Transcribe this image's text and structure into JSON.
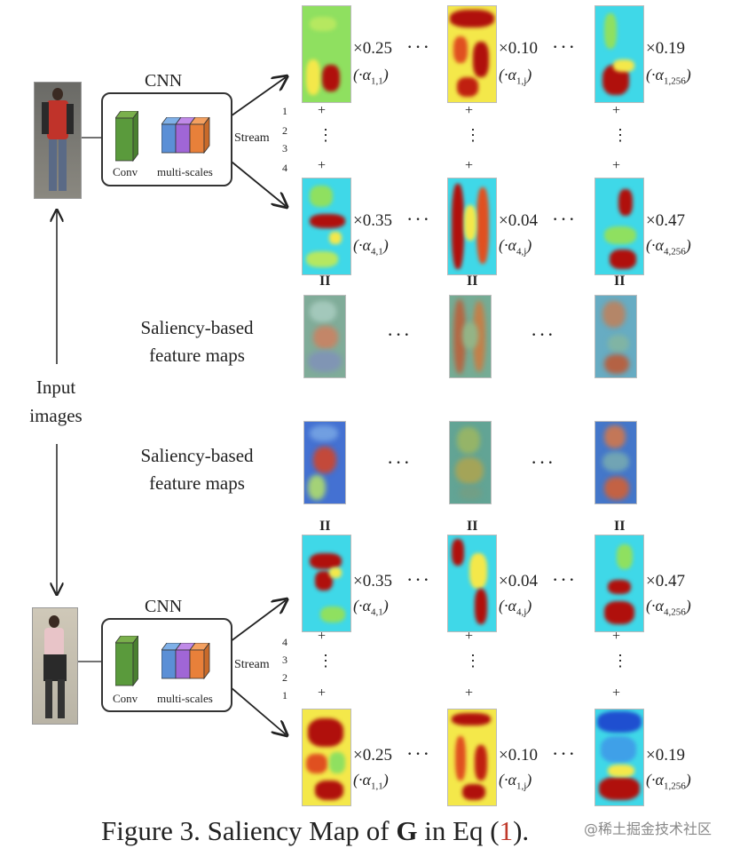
{
  "cnn": {
    "title": "CNN",
    "conv_label": "Conv",
    "multiscale_label": "multi-scales",
    "stream_label": "Stream",
    "stream_numbers_top": [
      "1",
      "2",
      "3",
      "4"
    ],
    "stream_numbers_bottom": [
      "4",
      "3",
      "2",
      "1"
    ]
  },
  "labels": {
    "input_images": "Input\nimages",
    "saliency_maps": "Saliency-based\nfeature maps",
    "plus": "+",
    "equals": "II",
    "hdots": "···",
    "vdots": "⋮"
  },
  "top_rows": [
    {
      "weights": [
        "×0.25",
        "×0.10",
        "×0.19"
      ],
      "alphas": [
        {
          "base": "(·α",
          "sub": "1,1",
          "end": ")"
        },
        {
          "base": "(·α",
          "sub": "1,j",
          "end": ")"
        },
        {
          "base": "(·α",
          "sub": "1,256",
          "end": ")"
        }
      ]
    },
    {
      "weights": [
        "×0.35",
        "×0.04",
        "×0.47"
      ],
      "alphas": [
        {
          "base": "(·α",
          "sub": "4,1",
          "end": ")"
        },
        {
          "base": "(·α",
          "sub": "4,j",
          "end": ")"
        },
        {
          "base": "(·α",
          "sub": "4,256",
          "end": ")"
        }
      ]
    }
  ],
  "bottom_rows": [
    {
      "weights": [
        "×0.35",
        "×0.04",
        "×0.47"
      ],
      "alphas": [
        {
          "base": "(·α",
          "sub": "4,1",
          "end": ")"
        },
        {
          "base": "(·α",
          "sub": "4,j",
          "end": ")"
        },
        {
          "base": "(·α",
          "sub": "4,256",
          "end": ")"
        }
      ]
    },
    {
      "weights": [
        "×0.25",
        "×0.10",
        "×0.19"
      ],
      "alphas": [
        {
          "base": "(·α",
          "sub": "1,1",
          "end": ")"
        },
        {
          "base": "(·α",
          "sub": "1,j",
          "end": ")"
        },
        {
          "base": "(·α",
          "sub": "1,256",
          "end": ")"
        }
      ]
    }
  ],
  "caption": {
    "prefix": "Figure 3. Saliency Map of ",
    "bold": "G",
    "middle": " in Eq (",
    "ref": "1",
    "suffix": ")."
  },
  "watermark": "@稀土掘金技术社区",
  "colors": {
    "conv_green": "#5a9a3c",
    "scale_blue": "#5b8fd6",
    "scale_purple": "#a066d6",
    "scale_orange": "#e8803a",
    "heat_red": "#b0100c",
    "heat_yellow": "#f4e84a",
    "heat_cyan": "#3fd8e8",
    "heat_green": "#8fe060",
    "heat_blue": "#1f4fd0"
  }
}
